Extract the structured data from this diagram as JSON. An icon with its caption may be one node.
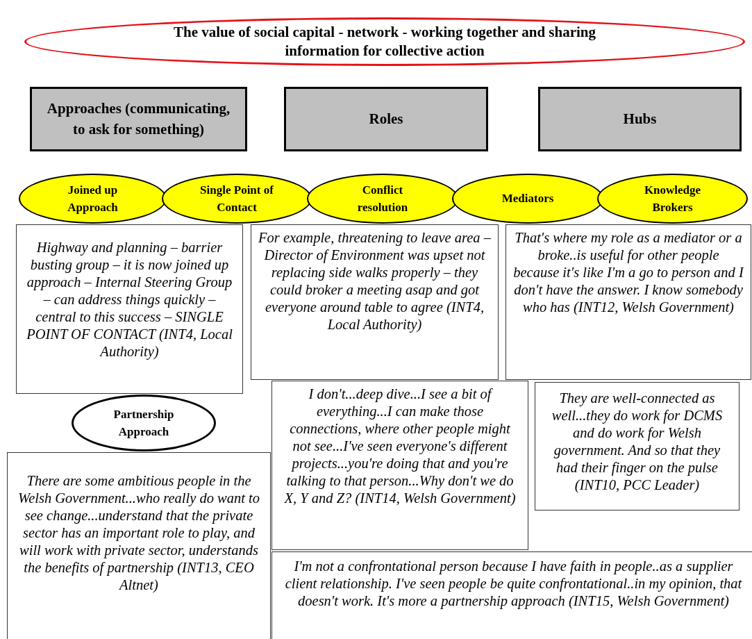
{
  "diagram": {
    "nodes": [
      {
        "text": [
          "The value of social capital - network - working together and sharing information for collective action"
        ]
      },
      {
        "text": [
          "Approaches (communicating, to ask for something)"
        ]
      },
      {
        "text": [
          "Roles"
        ]
      },
      {
        "text": [
          "Hubs"
        ]
      },
      {
        "text": [
          "Joined up Approach"
        ]
      },
      {
        "text": [
          "Single Point of Contact"
        ]
      },
      {
        "text": [
          "Conflict resolution"
        ]
      },
      {
        "text": [
          "Mediators"
        ]
      },
      {
        "text": [
          "Knowledge Brokers"
        ]
      },
      {
        "text": [
          "Highway and planning – barrier busting group – it is now joined up approach – Internal Steering Group – can address things quickly – central to this success – SINGLE POINT OF CONTACT (INT4, Local Authority)"
        ]
      },
      {
        "text": [
          "For example, threatening to leave area – Director of Environment was upset not replacing side walks properly – they could broker a meeting asap and got everyone around table to agree (INT4, Local Authority)"
        ]
      },
      {
        "text": [
          "That's where my role as a mediator or a broke..is useful for other people because it's like I'm a go to person and I don't have the answer. I know somebody who has (INT12, Welsh Government)"
        ]
      },
      {
        "text": [
          "Partnership Approach"
        ]
      },
      {
        "text": [
          "There are some ambitious people in the Welsh Government...who really do want to see change...understand that the private sector has an important role to play, and will work with private sector, understands the benefits of partnership (INT13, CEO Altnet)"
        ]
      },
      {
        "text": [
          "I don't...deep dive...I see a bit of everything...I can make those connections, where other people might not see...I've seen everyone's different projects...you're doing that and you're talking to that person...Why don't we do X, Y and Z? (INT14, Welsh Government)"
        ]
      },
      {
        "text": [
          "They are well-connected as well...they do work for DCMS and do work for Welsh government. And so that they had their finger on the pulse (INT10, PCC Leader)"
        ]
      },
      {
        "text": [
          "I'm not a confrontational person because I have faith in people..as a supplier client relationship. I've seen people be quite confrontational..in my opinion, that doesn't work. It's more a partnership approach (INT15, Welsh Government)"
        ]
      }
    ]
  }
}
